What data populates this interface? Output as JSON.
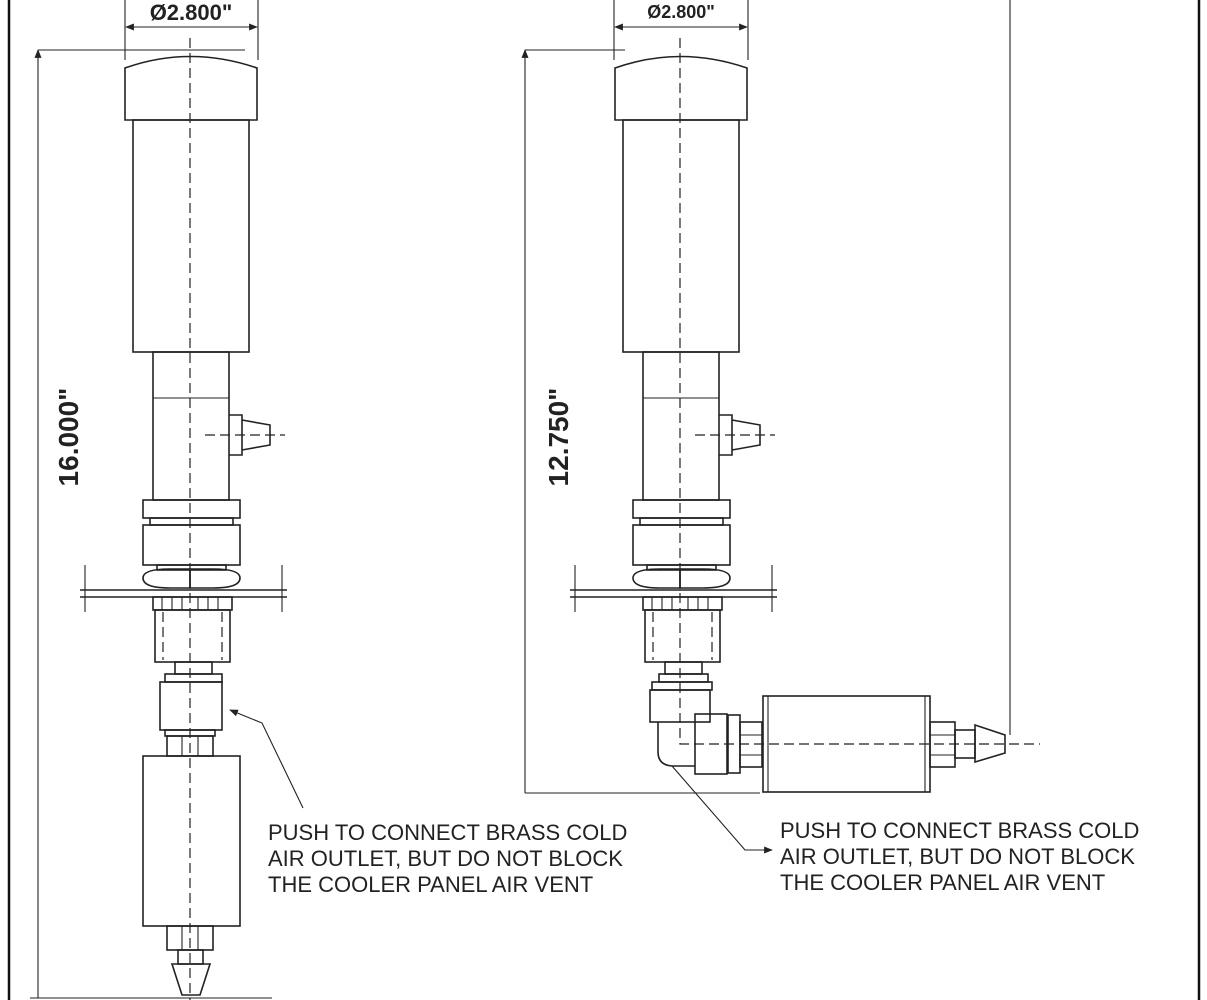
{
  "left_view": {
    "diameter_label": "Ø2.800\"",
    "height_label": "16.000\"",
    "note_lines": [
      "PUSH TO CONNECT BRASS COLD",
      "AIR OUTLET, BUT DO NOT BLOCK",
      "THE COOLER PANEL AIR VENT"
    ]
  },
  "right_view": {
    "diameter_label": "Ø2.800\"",
    "height_label": "12.750\"",
    "note_lines": [
      "PUSH TO CONNECT BRASS COLD",
      "AIR OUTLET, BUT DO NOT BLOCK",
      "THE COOLER PANEL AIR VENT"
    ]
  }
}
